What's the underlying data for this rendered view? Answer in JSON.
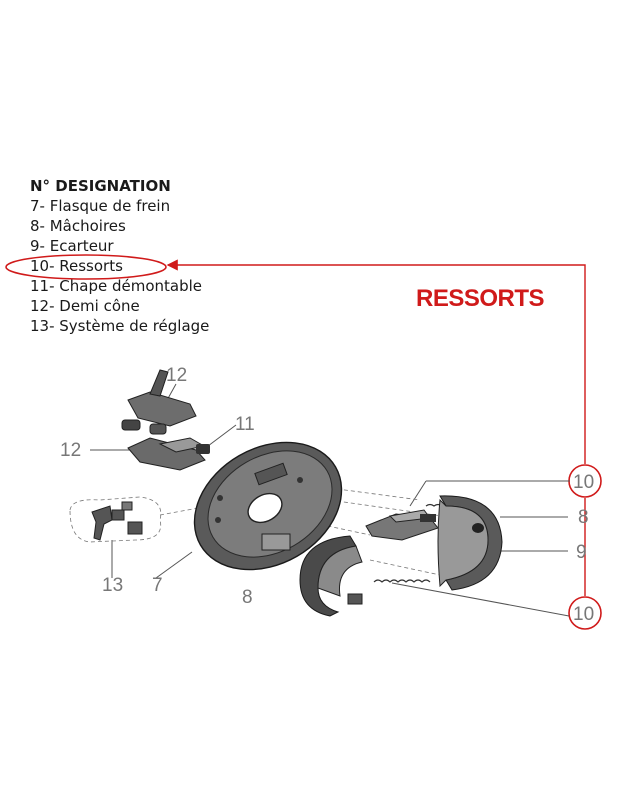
{
  "legend": {
    "title": "N° DESIGNATION",
    "items": [
      "7- Flasque de frein",
      "8- Mâchoires",
      "9- Ecarteur",
      "10- Ressorts",
      "11- Chape démontable",
      "12- Demi cône",
      "13- Système de réglage"
    ]
  },
  "highlight_label": "RESSORTS",
  "callouts": {
    "top12": "12",
    "left12": "12",
    "n11": "11",
    "n13": "13",
    "n7": "7",
    "n8_lower": "8",
    "n10_top": "10",
    "n8_right": "8",
    "n9": "9",
    "n10_bottom": "10"
  },
  "colors": {
    "highlight": "#d01a1a",
    "text": "#1a1a1a",
    "callout": "#777777"
  }
}
